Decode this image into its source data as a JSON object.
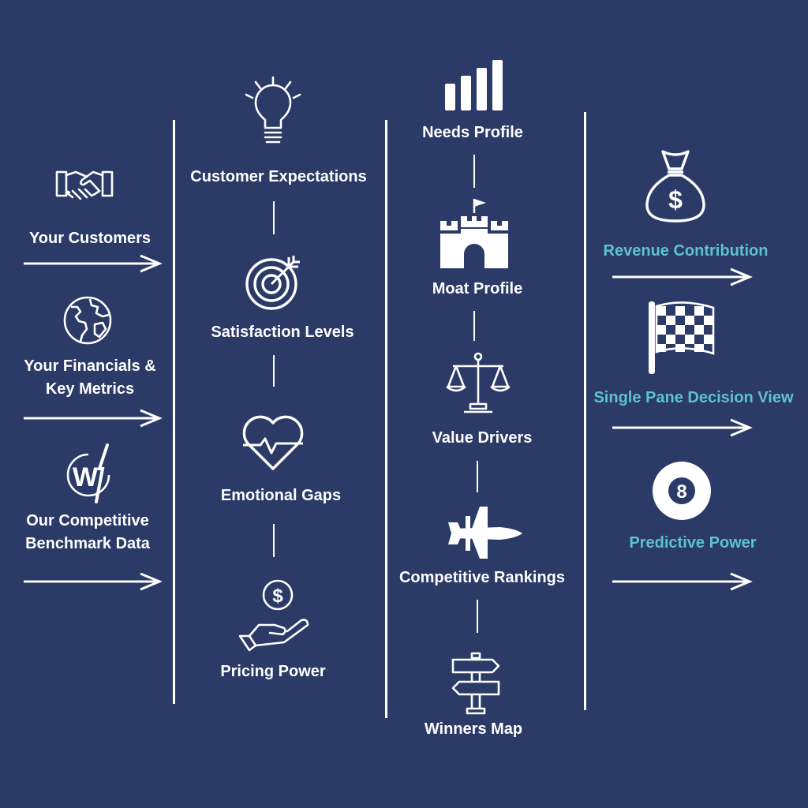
{
  "colors": {
    "background": "#2b3a66",
    "text": "#ffffff",
    "accent": "#5ec1d2"
  },
  "inputs": [
    {
      "label": "Your Customers",
      "icon": "handshake-icon"
    },
    {
      "label_line1": "Your Financials &",
      "label_line2": "Key Metrics",
      "icon": "globe-icon"
    },
    {
      "label_line1": "Our Competitive",
      "label_line2": "Benchmark Data",
      "icon": "wi-logo-icon"
    }
  ],
  "analysis": [
    {
      "label": "Customer Expectations",
      "icon": "lightbulb-icon"
    },
    {
      "label": "Satisfaction Levels",
      "icon": "target-icon"
    },
    {
      "label": "Emotional Gaps",
      "icon": "heartbeat-icon"
    },
    {
      "label": "Pricing Power",
      "icon": "hand-coin-icon"
    }
  ],
  "profiles": [
    {
      "label": "Needs Profile",
      "icon": "bar-chart-icon"
    },
    {
      "label": "Moat Profile",
      "icon": "castle-icon"
    },
    {
      "label": "Value Drivers",
      "icon": "scales-icon"
    },
    {
      "label": "Competitive Rankings",
      "icon": "jet-icon"
    },
    {
      "label": "Winners Map",
      "icon": "signpost-icon"
    }
  ],
  "outputs": [
    {
      "label": "Revenue Contribution",
      "icon": "money-bag-icon"
    },
    {
      "label": "Single Pane Decision View",
      "icon": "checkered-flag-icon"
    },
    {
      "label": "Predictive Power",
      "icon": "eight-ball-icon"
    }
  ],
  "icon_text": {
    "dollar": "$",
    "eight": "8",
    "w": "W"
  }
}
